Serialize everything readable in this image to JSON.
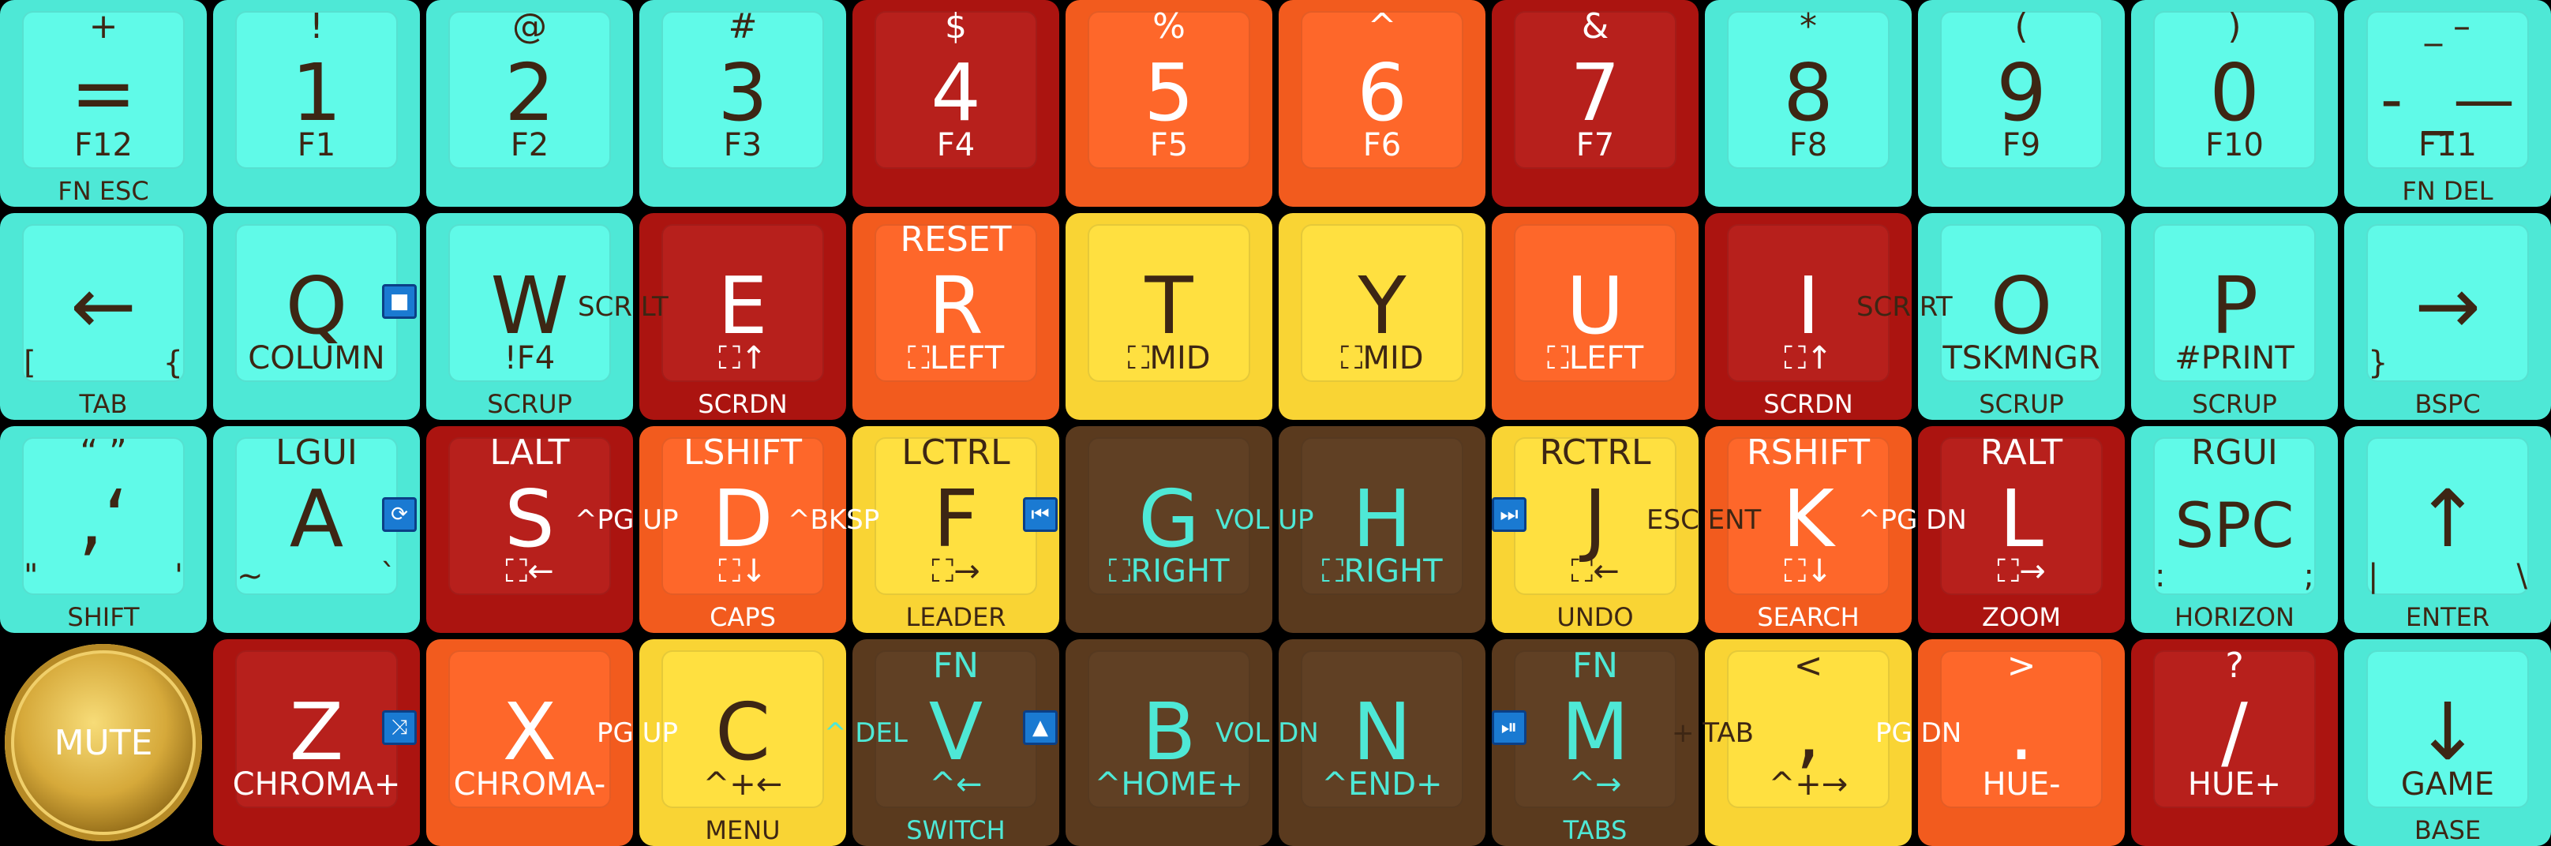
{
  "keyboard": {
    "colors": {
      "cyan": "#4ee8d6",
      "dark_red": "#ab1410",
      "orange": "#f25b1e",
      "yellow": "#f9d434",
      "brown": "#5a3a1e",
      "dark_text": "#3d2614",
      "light_text": "#ffffff",
      "accent_text": "#4ee8d6",
      "media_icon": "#1a7ad2"
    },
    "knob": {
      "label": "MUTE"
    },
    "keys": [
      {
        "main": "=",
        "top": "+",
        "sub": "F12",
        "bot": "FN ESC"
      },
      {
        "main": "1",
        "top": "!",
        "sub": "F1"
      },
      {
        "main": "2",
        "top": "@",
        "sub": "F2"
      },
      {
        "main": "3",
        "top": "#",
        "sub": "F3"
      },
      {
        "main": "4",
        "top": "$",
        "sub": "F4"
      },
      {
        "main": "5",
        "top": "%",
        "sub": "F5"
      },
      {
        "main": "6",
        "top": "^",
        "sub": "F6"
      },
      {
        "main": "7",
        "top": "&",
        "sub": "F7"
      },
      {
        "main": "8",
        "top": "*",
        "sub": "F8"
      },
      {
        "main": "9",
        "top": "(",
        "sub": "F9"
      },
      {
        "main": "0",
        "top": ")",
        "sub": "F10"
      },
      {
        "main": "- _—",
        "top": "_ –",
        "sub": "F11",
        "bot": "FN DEL"
      },
      {
        "main": "←",
        "left": "[",
        "right": "{",
        "bot": "TAB"
      },
      {
        "main": "Q",
        "sub": "COLUMN"
      },
      {
        "main": "W",
        "sub": "!F4",
        "bot": "SCRUP"
      },
      {
        "main": "E",
        "sub": "⛶↑",
        "bot": "SCRDN"
      },
      {
        "main": "R",
        "top": "RESET",
        "sub": "⛶LEFT"
      },
      {
        "main": "T",
        "sub": "⛶MID"
      },
      {
        "main": "Y",
        "sub": "⛶MID"
      },
      {
        "main": "U",
        "sub": "⛶LEFT"
      },
      {
        "main": "I",
        "sub": "⛶↑",
        "bot": "SCRDN"
      },
      {
        "main": "O",
        "sub": "TSKMNGR",
        "bot": "SCRUP"
      },
      {
        "main": "P",
        "sub": "#PRINT",
        "bot": "SCRUP"
      },
      {
        "main": "→",
        "left": "}",
        "bot": "BSPC"
      },
      {
        "main": ",‘",
        "top": "“ ”",
        "left": "\"",
        "right": "'",
        "bot": "SHIFT"
      },
      {
        "main": "A",
        "top": "LGUI",
        "left": "~",
        "right": "`"
      },
      {
        "main": "S",
        "top": "LALT",
        "sub": "⛶←"
      },
      {
        "main": "D",
        "top": "LSHIFT",
        "sub": "⛶↓",
        "bot": "CAPS"
      },
      {
        "main": "F",
        "top": "LCTRL",
        "sub": "⛶→",
        "bot": "LEADER"
      },
      {
        "main": "G",
        "sub": "⛶RIGHT"
      },
      {
        "main": "H",
        "sub": "⛶RIGHT"
      },
      {
        "main": "J",
        "top": "RCTRL",
        "sub": "⛶←",
        "bot": "UNDO"
      },
      {
        "main": "K",
        "top": "RSHIFT",
        "sub": "⛶↓",
        "bot": "SEARCH"
      },
      {
        "main": "L",
        "top": "RALT",
        "sub": "⛶→",
        "bot": "ZOOM"
      },
      {
        "main": "SPC",
        "top": "RGUI",
        "left": ":",
        "right": ";",
        "bot": "HORIZON"
      },
      {
        "main": "↑",
        "left": "|",
        "right": "\\",
        "bot": "ENTER"
      },
      {
        "main": "Z",
        "sub": "CHROMA+"
      },
      {
        "main": "X",
        "sub": "CHROMA-"
      },
      {
        "main": "C",
        "sub": "^+←",
        "bot": "MENU"
      },
      {
        "main": "V",
        "top": "FN",
        "sub": "^←",
        "bot": "SWITCH"
      },
      {
        "main": "B",
        "sub": "^HOME+"
      },
      {
        "main": "N",
        "sub": "^END+"
      },
      {
        "main": "M",
        "top": "FN",
        "sub": "^→",
        "bot": "TABS"
      },
      {
        "main": ",",
        "top": "<",
        "sub": "^+→"
      },
      {
        "main": ".",
        "top": ">",
        "sub": "HUE-"
      },
      {
        "main": "/",
        "top": "?",
        "sub": "HUE+"
      },
      {
        "main": "↓",
        "sub": "GAME",
        "bot": "BASE"
      }
    ],
    "combos": [
      {
        "text": "SCR LT"
      },
      {
        "text": "SCR RT"
      },
      {
        "text": "^PG UP"
      },
      {
        "text": "^BKSP"
      },
      {
        "text": "VOL UP"
      },
      {
        "text": "ESC ENT"
      },
      {
        "text": "^PG DN"
      },
      {
        "text": "PG UP"
      },
      {
        "text": "^ DEL"
      },
      {
        "text": "VOL DN"
      },
      {
        "text": "+ TAB"
      },
      {
        "text": "PG DN"
      }
    ],
    "media_icons": [
      {
        "name": "stop-icon",
        "glyph": "■"
      },
      {
        "name": "repeat-icon",
        "glyph": "⟳"
      },
      {
        "name": "shuffle-icon",
        "glyph": "⤨"
      },
      {
        "name": "previous-track-icon",
        "glyph": "⏮"
      },
      {
        "name": "next-track-icon",
        "glyph": "⏭"
      },
      {
        "name": "eject-icon",
        "glyph": "▲"
      },
      {
        "name": "play-pause-icon",
        "glyph": "⏯"
      }
    ]
  }
}
